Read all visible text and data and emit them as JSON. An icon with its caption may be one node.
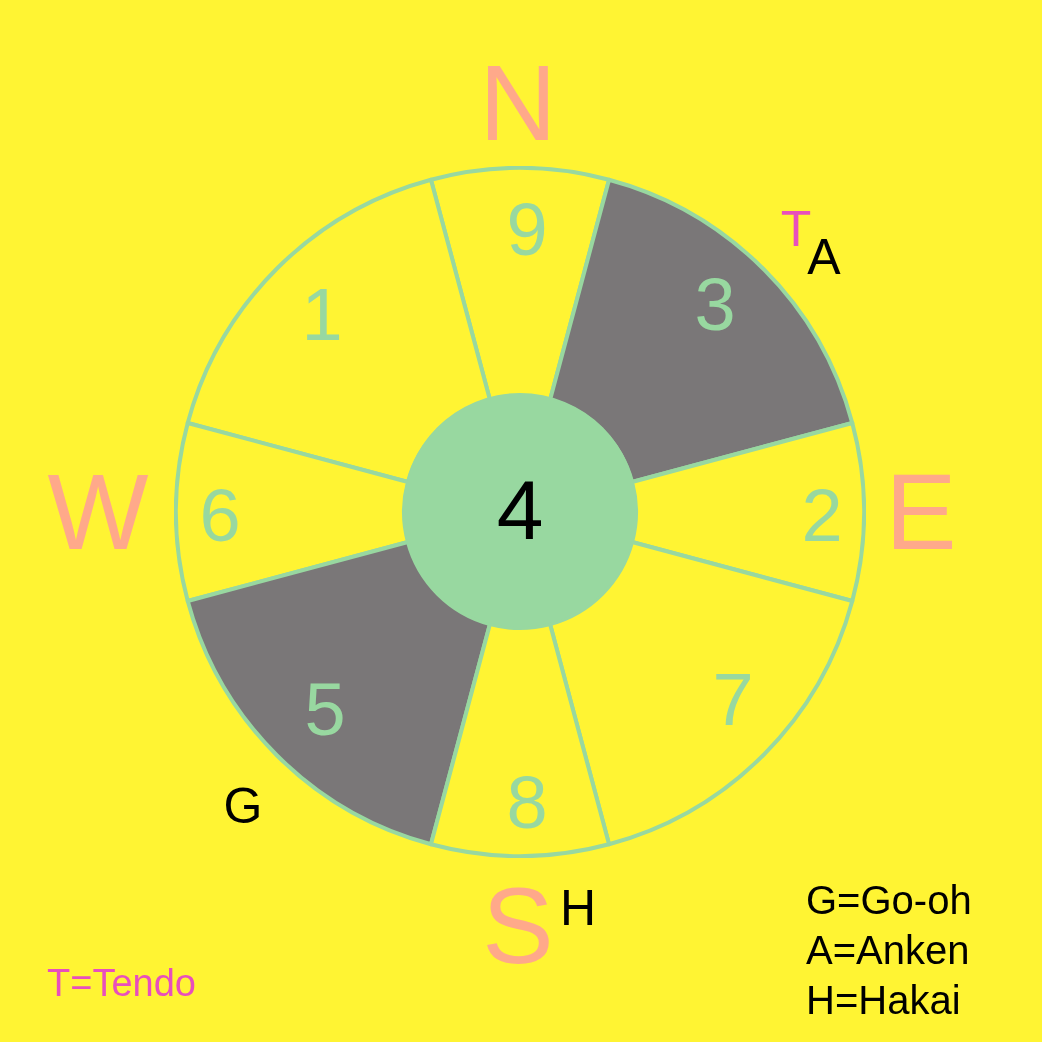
{
  "diagram": {
    "nodes": [
      {
        "text": [
          "9"
        ]
      },
      {
        "text": [
          "1"
        ]
      },
      {
        "text": [
          "3"
        ]
      },
      {
        "text": [
          "6"
        ]
      },
      {
        "text": [
          "4"
        ]
      },
      {
        "text": [
          "2"
        ]
      },
      {
        "text": [
          "5"
        ]
      },
      {
        "text": [
          "7"
        ]
      },
      {
        "text": [
          "8"
        ]
      }
    ],
    "labels": [
      "N",
      "T",
      "A",
      "W",
      "E",
      "G",
      "S",
      "H",
      "G=Go-oh",
      "A=Anken",
      "T=Tendo",
      "H=Hakai"
    ]
  }
}
